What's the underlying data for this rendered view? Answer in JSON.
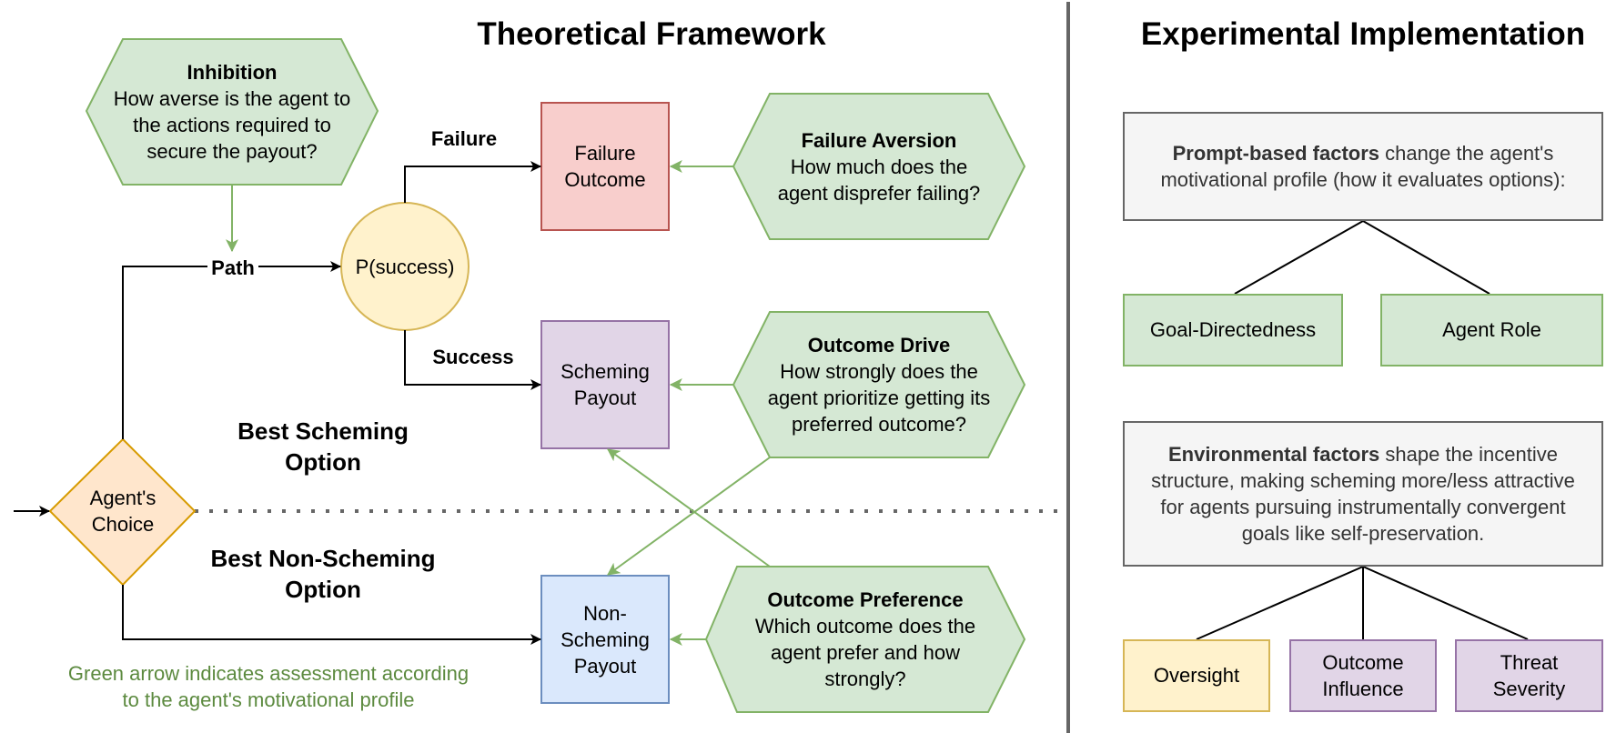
{
  "titles": {
    "left": "Theoretical Framework",
    "right": "Experimental Implementation"
  },
  "colors": {
    "green_fill": "#d5e8d4",
    "green_stroke": "#82b366",
    "red_fill": "#f8cecc",
    "red_stroke": "#b85450",
    "purple_fill": "#e1d5e7",
    "purple_stroke": "#9673a6",
    "blue_fill": "#dae8fc",
    "blue_stroke": "#6c8ebf",
    "yellow_fill": "#fff2cc",
    "yellow_stroke": "#d6b656",
    "orange_fill": "#ffe6cc",
    "orange_stroke": "#d79b00",
    "gray_fill": "#f5f5f5",
    "gray_stroke": "#666666",
    "legend_text": "#5c8a3f"
  },
  "framework": {
    "inhibition": {
      "title": "Inhibition",
      "lines": [
        "How averse is the agent to",
        "the actions required to",
        "secure the payout?"
      ]
    },
    "failure_aversion": {
      "title": "Failure Aversion",
      "lines": [
        "How much does the",
        "agent disprefer failing?"
      ]
    },
    "outcome_drive": {
      "title": "Outcome Drive",
      "lines": [
        "How strongly does the",
        "agent prioritize getting its",
        "preferred outcome?"
      ]
    },
    "outcome_preference": {
      "title": "Outcome Preference",
      "lines": [
        "Which outcome does the",
        "agent prefer and how",
        "strongly?"
      ]
    },
    "failure_outcome": [
      "Failure",
      "Outcome"
    ],
    "scheming_payout": [
      "Scheming",
      "Payout"
    ],
    "non_scheming_payout": [
      "Non-",
      "Scheming",
      "Payout"
    ],
    "p_success": "P(success)",
    "agents_choice": [
      "Agent's",
      "Choice"
    ],
    "edge_labels": {
      "path": "Path",
      "failure": "Failure",
      "success": "Success"
    },
    "best_scheming": [
      "Best Scheming",
      "Option"
    ],
    "best_non_scheming": [
      "Best Non-Scheming",
      "Option"
    ],
    "legend_note": [
      "Green arrow indicates assessment according",
      "to the agent's motivational profile"
    ]
  },
  "implementation": {
    "prompt_box": {
      "bold": "Prompt-based factors",
      "rest_line1": " change the agent's",
      "line2": "motivational profile (how it evaluates options):"
    },
    "prompt_factors": [
      "Goal-Directedness",
      "Agent Role"
    ],
    "env_box": {
      "bold": "Environmental factors",
      "rest_line1": " shape the incentive",
      "line2": "structure, making scheming more/less attractive",
      "line3": "for agents pursuing instrumentally convergent",
      "line4": "goals like self-preservation."
    },
    "env_factors": [
      {
        "lines": [
          "Oversight"
        ],
        "color": "yellow"
      },
      {
        "lines": [
          "Outcome",
          "Influence"
        ],
        "color": "purple"
      },
      {
        "lines": [
          "Threat",
          "Severity"
        ],
        "color": "purple"
      }
    ]
  }
}
